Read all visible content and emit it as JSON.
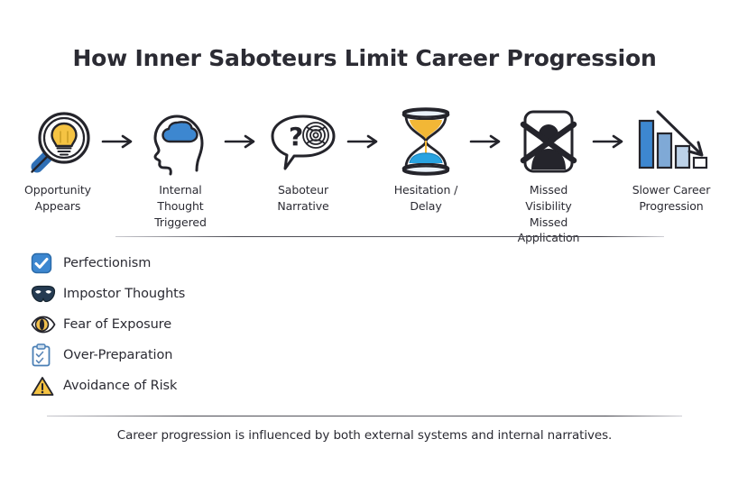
{
  "title": "How Inner Saboteurs Limit Career Progression",
  "flow": {
    "steps": [
      {
        "icon": "magnifier-lightbulb-icon",
        "label": "Opportunity\nAppears"
      },
      {
        "icon": "head-thought-cloud-icon",
        "label": "Internal Thought\nTriggered"
      },
      {
        "icon": "speech-bubble-question-scribble-icon",
        "label": "Saboteur\nNarrative"
      },
      {
        "icon": "hourglass-icon",
        "label": "Hesitation /\nDelay"
      },
      {
        "icon": "crossed-out-person-icon",
        "label": "Missed Visibility\nMissed Application"
      },
      {
        "icon": "descending-bar-chart-icon",
        "label": "Slower Career\nProgression"
      }
    ],
    "arrow_icon": "right-arrow-icon",
    "arrow_count": 5
  },
  "saboteurs": [
    {
      "icon": "checkbox-checked-icon",
      "label": "Perfectionism"
    },
    {
      "icon": "mask-icon",
      "label": "Impostor Thoughts"
    },
    {
      "icon": "eye-icon",
      "label": "Fear of Exposure"
    },
    {
      "icon": "clipboard-icon",
      "label": "Over-Preparation"
    },
    {
      "icon": "warning-triangle-icon",
      "label": "Avoidance of Risk"
    }
  ],
  "footer": "Career progression is influenced by both external systems and internal narratives.",
  "colors": {
    "ink": "#24242b",
    "accent_blue": "#3d87d0",
    "deep_blue": "#2f6fb5",
    "pale_blue": "#aac6e4",
    "yellow": "#f5c343",
    "sand_orange": "#f2b736",
    "mask_navy": "#253b52",
    "background": "#ffffff"
  }
}
